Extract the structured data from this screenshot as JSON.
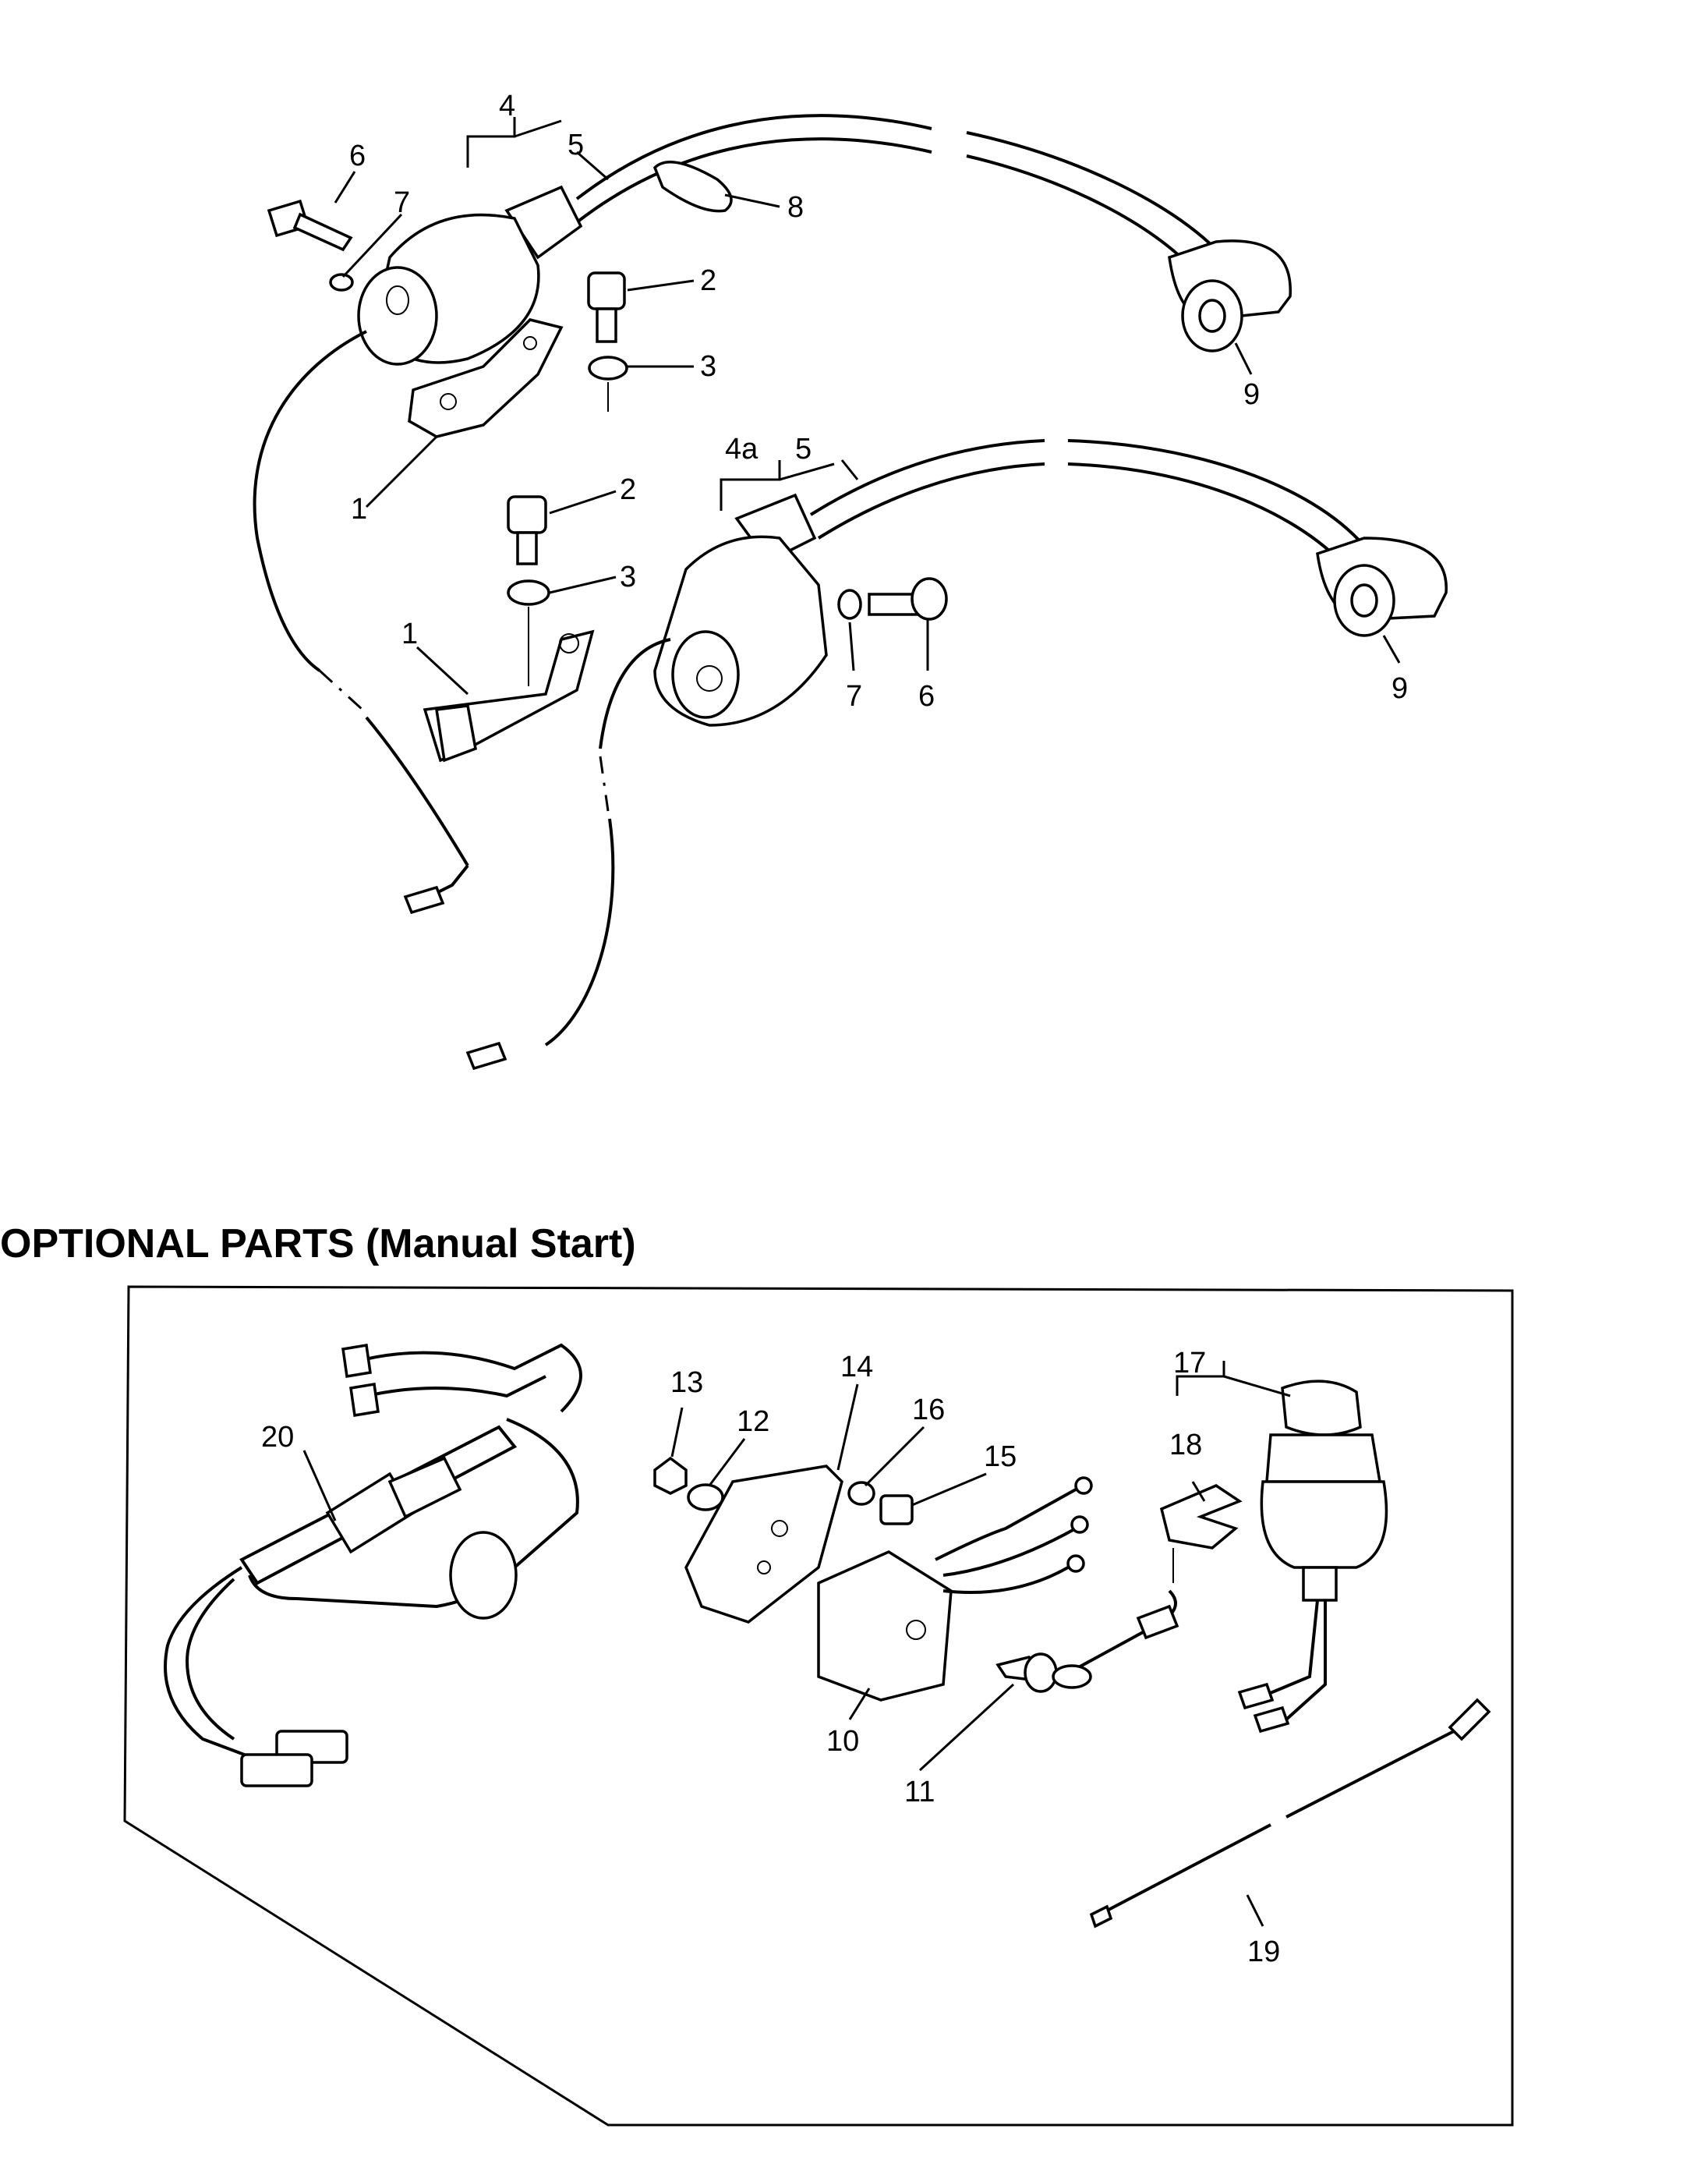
{
  "section_title": "OPTIONAL PARTS (Manual Start)",
  "callouts": {
    "c1a": "1",
    "c1b": "1",
    "c2a": "2",
    "c2b": "2",
    "c3a": "3",
    "c3b": "3",
    "c4": "4",
    "c4a": "4a",
    "c5a": "5",
    "c5b": "5",
    "c6a": "6",
    "c6b": "6",
    "c7a": "7",
    "c7b": "7",
    "c8": "8",
    "c9a": "9",
    "c9b": "9",
    "c10": "10",
    "c11": "11",
    "c12": "12",
    "c13": "13",
    "c14": "14",
    "c15": "15",
    "c16": "16",
    "c17": "17",
    "c18": "18",
    "c19": "19",
    "c20": "20"
  }
}
